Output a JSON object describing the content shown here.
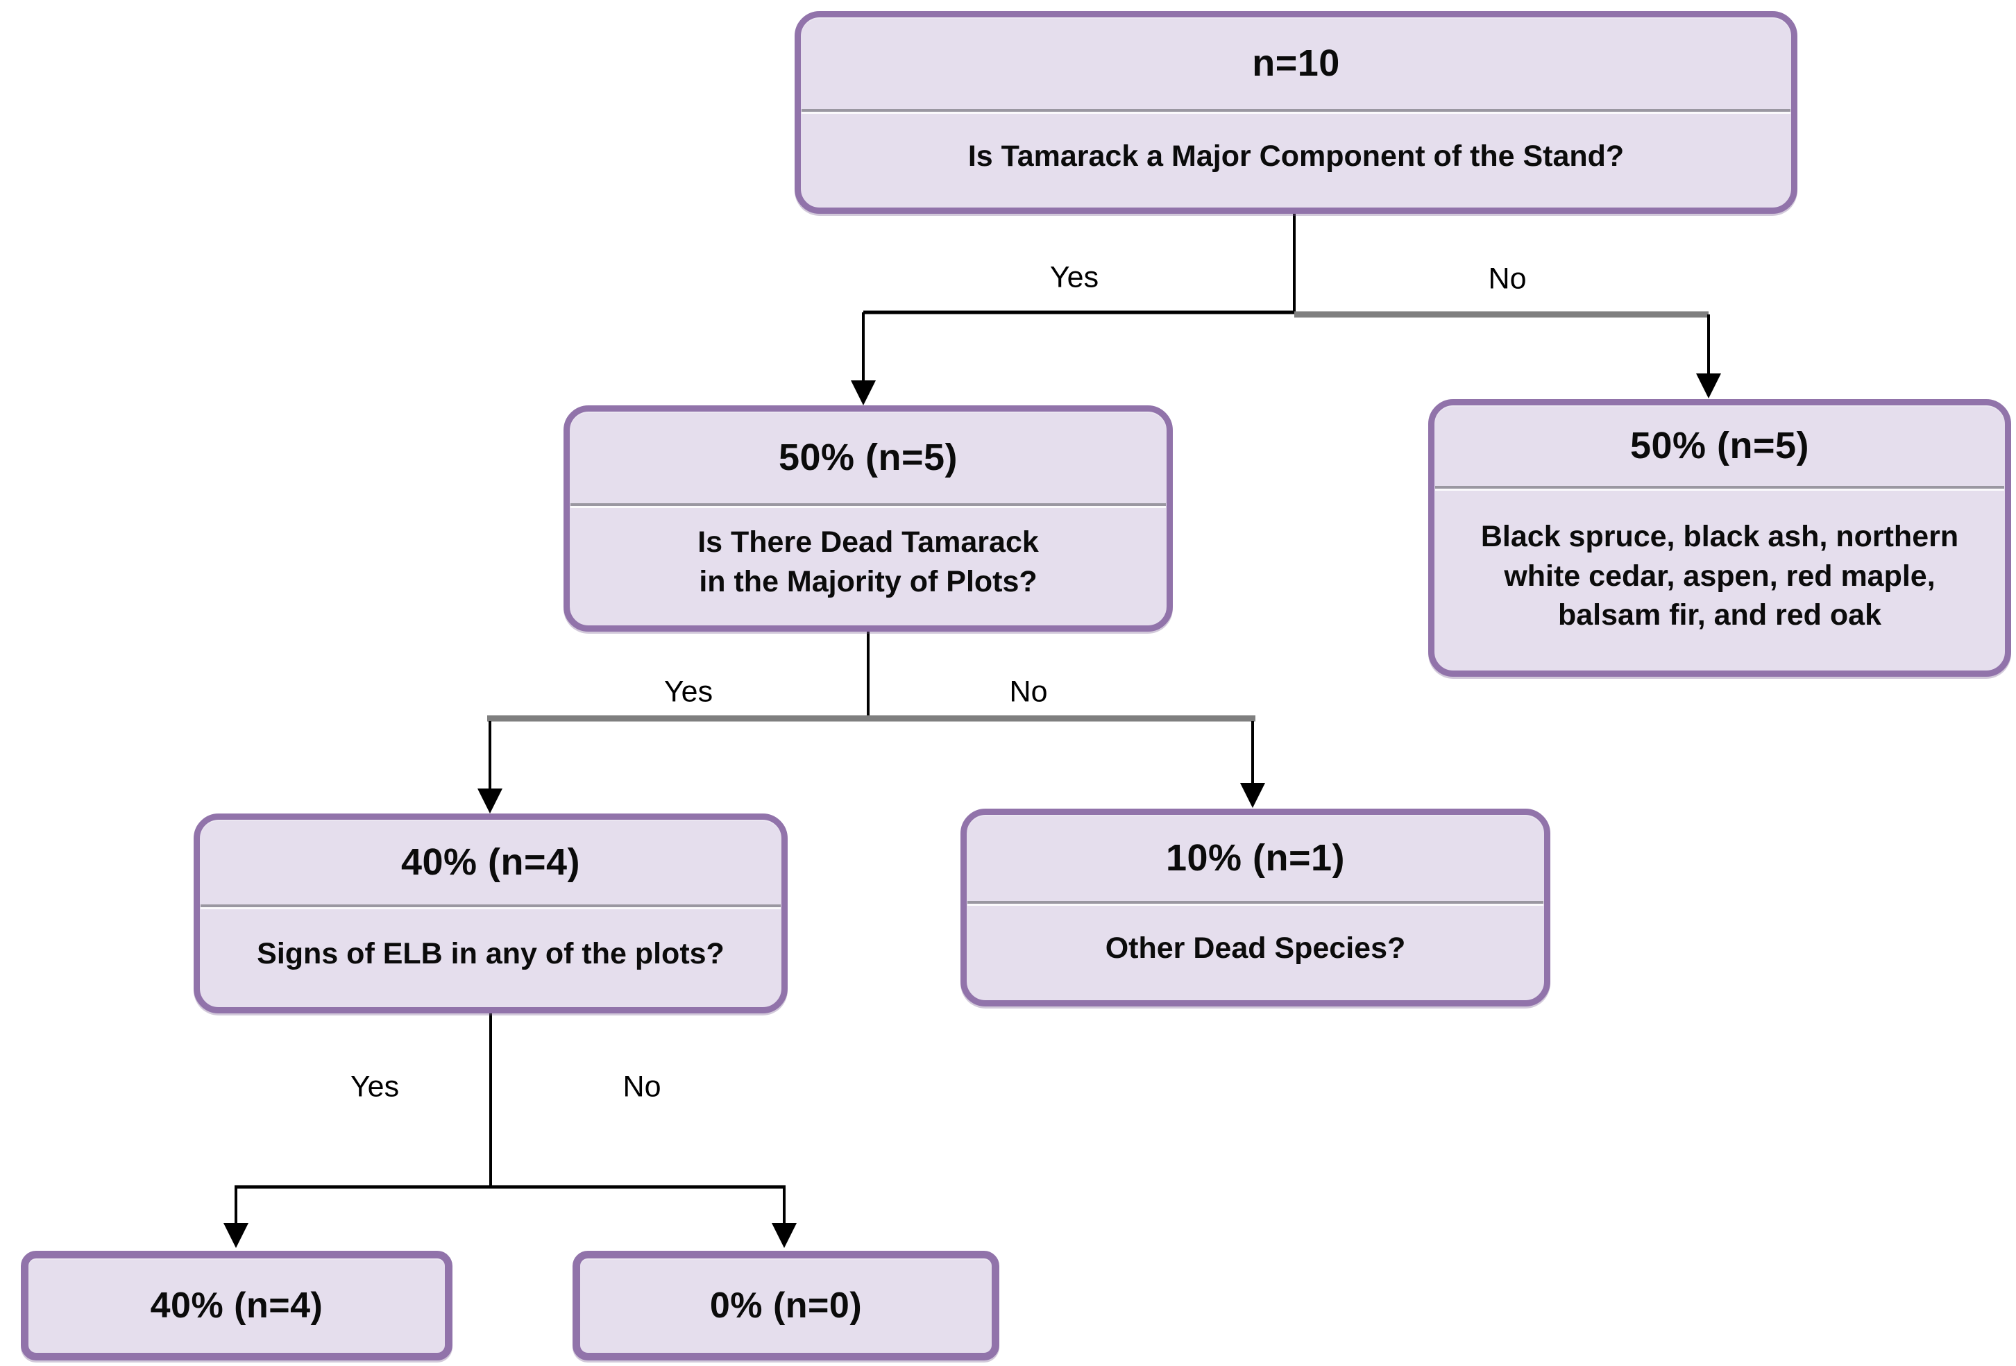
{
  "nodes": {
    "root": {
      "title": "n=10",
      "question": "Is Tamarack a Major Component of the Stand?"
    },
    "major_yes": {
      "title": "50% (n=5)",
      "question": "Is There Dead Tamarack\nin the Majority of Plots?"
    },
    "major_no": {
      "title": "50% (n=5)",
      "question": "Black spruce, black ash, northern\nwhite cedar, aspen, red maple,\nbalsam fir, and red oak"
    },
    "dead_yes": {
      "title": "40% (n=4)",
      "question": "Signs of ELB in any of the plots?"
    },
    "dead_no": {
      "title": "10% (n=1)",
      "question": "Other Dead Species?"
    },
    "elb_yes": {
      "title": "40% (n=4)"
    },
    "elb_no": {
      "title": "0% (n=0)"
    }
  },
  "edges": {
    "level1_yes": "Yes",
    "level1_no": "No",
    "level2_yes": "Yes",
    "level2_no": "No",
    "level3_yes": "Yes",
    "level3_no": "No"
  },
  "colors": {
    "node_fill": "#e5deed",
    "node_border": "#9173aa",
    "divider": "#9a97a1",
    "line": "#000000",
    "line_gray": "#7f7f7f"
  }
}
